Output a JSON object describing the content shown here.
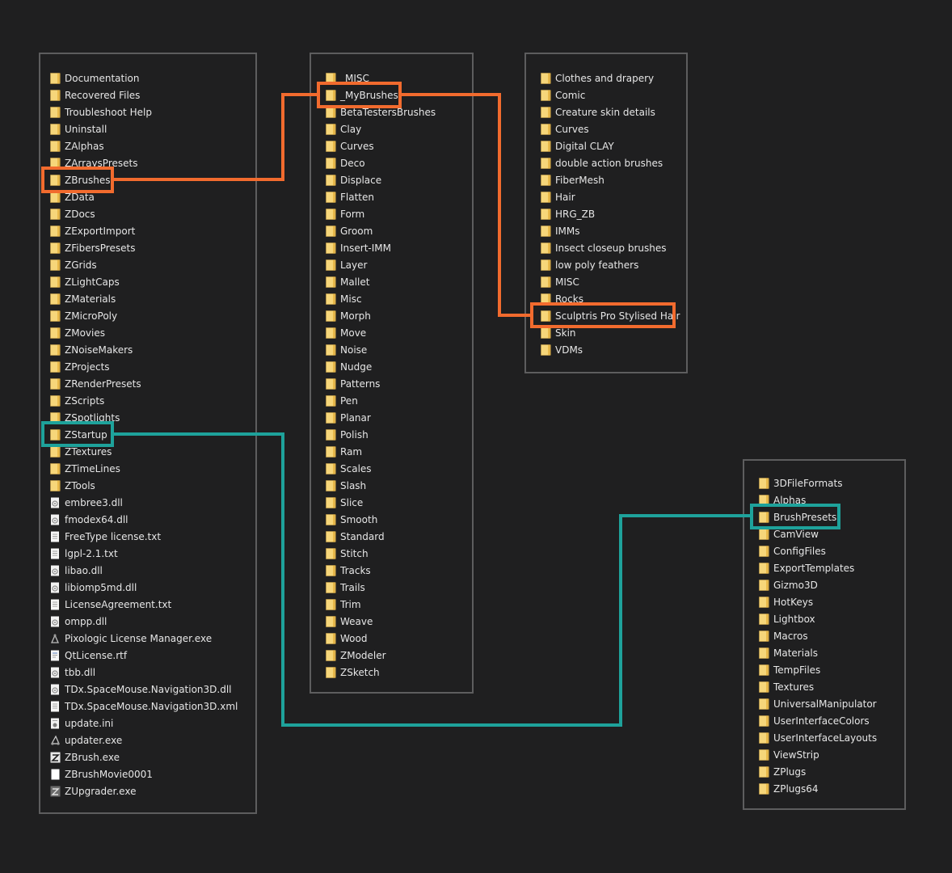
{
  "colors": {
    "background": "#1f1f20",
    "panel_border": "#5d5d5e",
    "highlight_orange": "#f26b2e",
    "highlight_teal": "#1ea29b",
    "text": "#e6e6e6",
    "folder": "#f6d67a"
  },
  "panels": [
    {
      "id": "root",
      "items": [
        {
          "label": "Documentation",
          "icon": "folder-icon"
        },
        {
          "label": "Recovered Files",
          "icon": "folder-icon"
        },
        {
          "label": "Troubleshoot Help",
          "icon": "folder-icon"
        },
        {
          "label": "Uninstall",
          "icon": "folder-icon"
        },
        {
          "label": "ZAlphas",
          "icon": "folder-icon"
        },
        {
          "label": "ZArraysPresets",
          "icon": "folder-icon"
        },
        {
          "label": "ZBrushes",
          "icon": "folder-icon",
          "highlight": "orange"
        },
        {
          "label": "ZData",
          "icon": "folder-icon"
        },
        {
          "label": "ZDocs",
          "icon": "folder-icon"
        },
        {
          "label": "ZExportImport",
          "icon": "folder-icon"
        },
        {
          "label": "ZFibersPresets",
          "icon": "folder-icon"
        },
        {
          "label": "ZGrids",
          "icon": "folder-icon"
        },
        {
          "label": "ZLightCaps",
          "icon": "folder-icon"
        },
        {
          "label": "ZMaterials",
          "icon": "folder-icon"
        },
        {
          "label": "ZMicroPoly",
          "icon": "folder-icon"
        },
        {
          "label": "ZMovies",
          "icon": "folder-icon"
        },
        {
          "label": "ZNoiseMakers",
          "icon": "folder-icon"
        },
        {
          "label": "ZProjects",
          "icon": "folder-icon"
        },
        {
          "label": "ZRenderPresets",
          "icon": "folder-icon"
        },
        {
          "label": "ZScripts",
          "icon": "folder-icon"
        },
        {
          "label": "ZSpotlights",
          "icon": "folder-icon"
        },
        {
          "label": "ZStartup",
          "icon": "folder-icon",
          "highlight": "teal"
        },
        {
          "label": "ZTextures",
          "icon": "folder-icon"
        },
        {
          "label": "ZTimeLines",
          "icon": "folder-icon"
        },
        {
          "label": "ZTools",
          "icon": "folder-icon"
        },
        {
          "label": "embree3.dll",
          "icon": "dll-file-icon"
        },
        {
          "label": "fmodex64.dll",
          "icon": "dll-file-icon"
        },
        {
          "label": "FreeType license.txt",
          "icon": "text-file-icon"
        },
        {
          "label": "lgpl-2.1.txt",
          "icon": "text-file-icon"
        },
        {
          "label": "libao.dll",
          "icon": "dll-file-icon"
        },
        {
          "label": "libiomp5md.dll",
          "icon": "dll-file-icon"
        },
        {
          "label": "LicenseAgreement.txt",
          "icon": "text-file-icon"
        },
        {
          "label": "ompp.dll",
          "icon": "dll-file-icon"
        },
        {
          "label": "Pixologic License Manager.exe",
          "icon": "license-manager-icon"
        },
        {
          "label": "QtLicense.rtf",
          "icon": "rtf-file-icon"
        },
        {
          "label": "tbb.dll",
          "icon": "dll-file-icon"
        },
        {
          "label": "TDx.SpaceMouse.Navigation3D.dll",
          "icon": "dll-file-icon"
        },
        {
          "label": "TDx.SpaceMouse.Navigation3D.xml",
          "icon": "text-file-icon"
        },
        {
          "label": "update.ini",
          "icon": "ini-file-icon"
        },
        {
          "label": "updater.exe",
          "icon": "updater-icon"
        },
        {
          "label": "ZBrush.exe",
          "icon": "zbrush-app-icon"
        },
        {
          "label": "ZBrushMovie0001",
          "icon": "blank-file-icon"
        },
        {
          "label": "ZUpgrader.exe",
          "icon": "zupgrader-icon"
        }
      ]
    },
    {
      "id": "zbrushes",
      "items": [
        {
          "label": "_MISC",
          "icon": "folder-icon"
        },
        {
          "label": "_MyBrushes",
          "icon": "folder-icon",
          "highlight": "orange"
        },
        {
          "label": "BetaTestersBrushes",
          "icon": "folder-icon"
        },
        {
          "label": "Clay",
          "icon": "folder-icon"
        },
        {
          "label": "Curves",
          "icon": "folder-icon"
        },
        {
          "label": "Deco",
          "icon": "folder-icon"
        },
        {
          "label": "Displace",
          "icon": "folder-icon"
        },
        {
          "label": "Flatten",
          "icon": "folder-icon"
        },
        {
          "label": "Form",
          "icon": "folder-icon"
        },
        {
          "label": "Groom",
          "icon": "folder-icon"
        },
        {
          "label": "Insert-IMM",
          "icon": "folder-icon"
        },
        {
          "label": "Layer",
          "icon": "folder-icon"
        },
        {
          "label": "Mallet",
          "icon": "folder-icon"
        },
        {
          "label": "Misc",
          "icon": "folder-icon"
        },
        {
          "label": "Morph",
          "icon": "folder-icon"
        },
        {
          "label": "Move",
          "icon": "folder-icon"
        },
        {
          "label": "Noise",
          "icon": "folder-icon"
        },
        {
          "label": "Nudge",
          "icon": "folder-icon"
        },
        {
          "label": "Patterns",
          "icon": "folder-icon"
        },
        {
          "label": "Pen",
          "icon": "folder-icon"
        },
        {
          "label": "Planar",
          "icon": "folder-icon"
        },
        {
          "label": "Polish",
          "icon": "folder-icon"
        },
        {
          "label": "Ram",
          "icon": "folder-icon"
        },
        {
          "label": "Scales",
          "icon": "folder-icon"
        },
        {
          "label": "Slash",
          "icon": "folder-icon"
        },
        {
          "label": "Slice",
          "icon": "folder-icon"
        },
        {
          "label": "Smooth",
          "icon": "folder-icon"
        },
        {
          "label": "Standard",
          "icon": "folder-icon"
        },
        {
          "label": "Stitch",
          "icon": "folder-icon"
        },
        {
          "label": "Tracks",
          "icon": "folder-icon"
        },
        {
          "label": "Trails",
          "icon": "folder-icon"
        },
        {
          "label": "Trim",
          "icon": "folder-icon"
        },
        {
          "label": "Weave",
          "icon": "folder-icon"
        },
        {
          "label": "Wood",
          "icon": "folder-icon"
        },
        {
          "label": "ZModeler",
          "icon": "folder-icon"
        },
        {
          "label": "ZSketch",
          "icon": "folder-icon"
        }
      ]
    },
    {
      "id": "mybrushes",
      "items": [
        {
          "label": "Clothes and drapery",
          "icon": "folder-icon"
        },
        {
          "label": "Comic",
          "icon": "folder-icon"
        },
        {
          "label": "Creature skin details",
          "icon": "folder-icon"
        },
        {
          "label": "Curves",
          "icon": "folder-icon"
        },
        {
          "label": "Digital CLAY",
          "icon": "folder-icon"
        },
        {
          "label": "double action brushes",
          "icon": "folder-icon"
        },
        {
          "label": "FiberMesh",
          "icon": "folder-icon"
        },
        {
          "label": "Hair",
          "icon": "folder-icon"
        },
        {
          "label": "HRG_ZB",
          "icon": "folder-icon"
        },
        {
          "label": "IMMs",
          "icon": "folder-icon"
        },
        {
          "label": "Insect closeup brushes",
          "icon": "folder-icon"
        },
        {
          "label": "low poly feathers",
          "icon": "folder-icon"
        },
        {
          "label": "MISC",
          "icon": "folder-icon"
        },
        {
          "label": "Rocks",
          "icon": "folder-icon"
        },
        {
          "label": "Sculptris Pro Stylised Hair",
          "icon": "folder-icon",
          "highlight": "orange"
        },
        {
          "label": "Skin",
          "icon": "folder-icon"
        },
        {
          "label": "VDMs",
          "icon": "folder-icon"
        }
      ]
    },
    {
      "id": "zstartup",
      "items": [
        {
          "label": "3DFileFormats",
          "icon": "folder-icon"
        },
        {
          "label": "Alphas",
          "icon": "folder-icon"
        },
        {
          "label": "BrushPresets",
          "icon": "folder-icon",
          "highlight": "teal"
        },
        {
          "label": "CamView",
          "icon": "folder-icon"
        },
        {
          "label": "ConfigFiles",
          "icon": "folder-icon"
        },
        {
          "label": "ExportTemplates",
          "icon": "folder-icon"
        },
        {
          "label": "Gizmo3D",
          "icon": "folder-icon"
        },
        {
          "label": "HotKeys",
          "icon": "folder-icon"
        },
        {
          "label": "Lightbox",
          "icon": "folder-icon"
        },
        {
          "label": "Macros",
          "icon": "folder-icon"
        },
        {
          "label": "Materials",
          "icon": "folder-icon"
        },
        {
          "label": "TempFiles",
          "icon": "folder-icon"
        },
        {
          "label": "Textures",
          "icon": "folder-icon"
        },
        {
          "label": "UniversalManipulator",
          "icon": "folder-icon"
        },
        {
          "label": "UserInterfaceColors",
          "icon": "folder-icon"
        },
        {
          "label": "UserInterfaceLayouts",
          "icon": "folder-icon"
        },
        {
          "label": "ViewStrip",
          "icon": "folder-icon"
        },
        {
          "label": "ZPlugs",
          "icon": "folder-icon"
        },
        {
          "label": "ZPlugs64",
          "icon": "folder-icon"
        }
      ]
    }
  ]
}
